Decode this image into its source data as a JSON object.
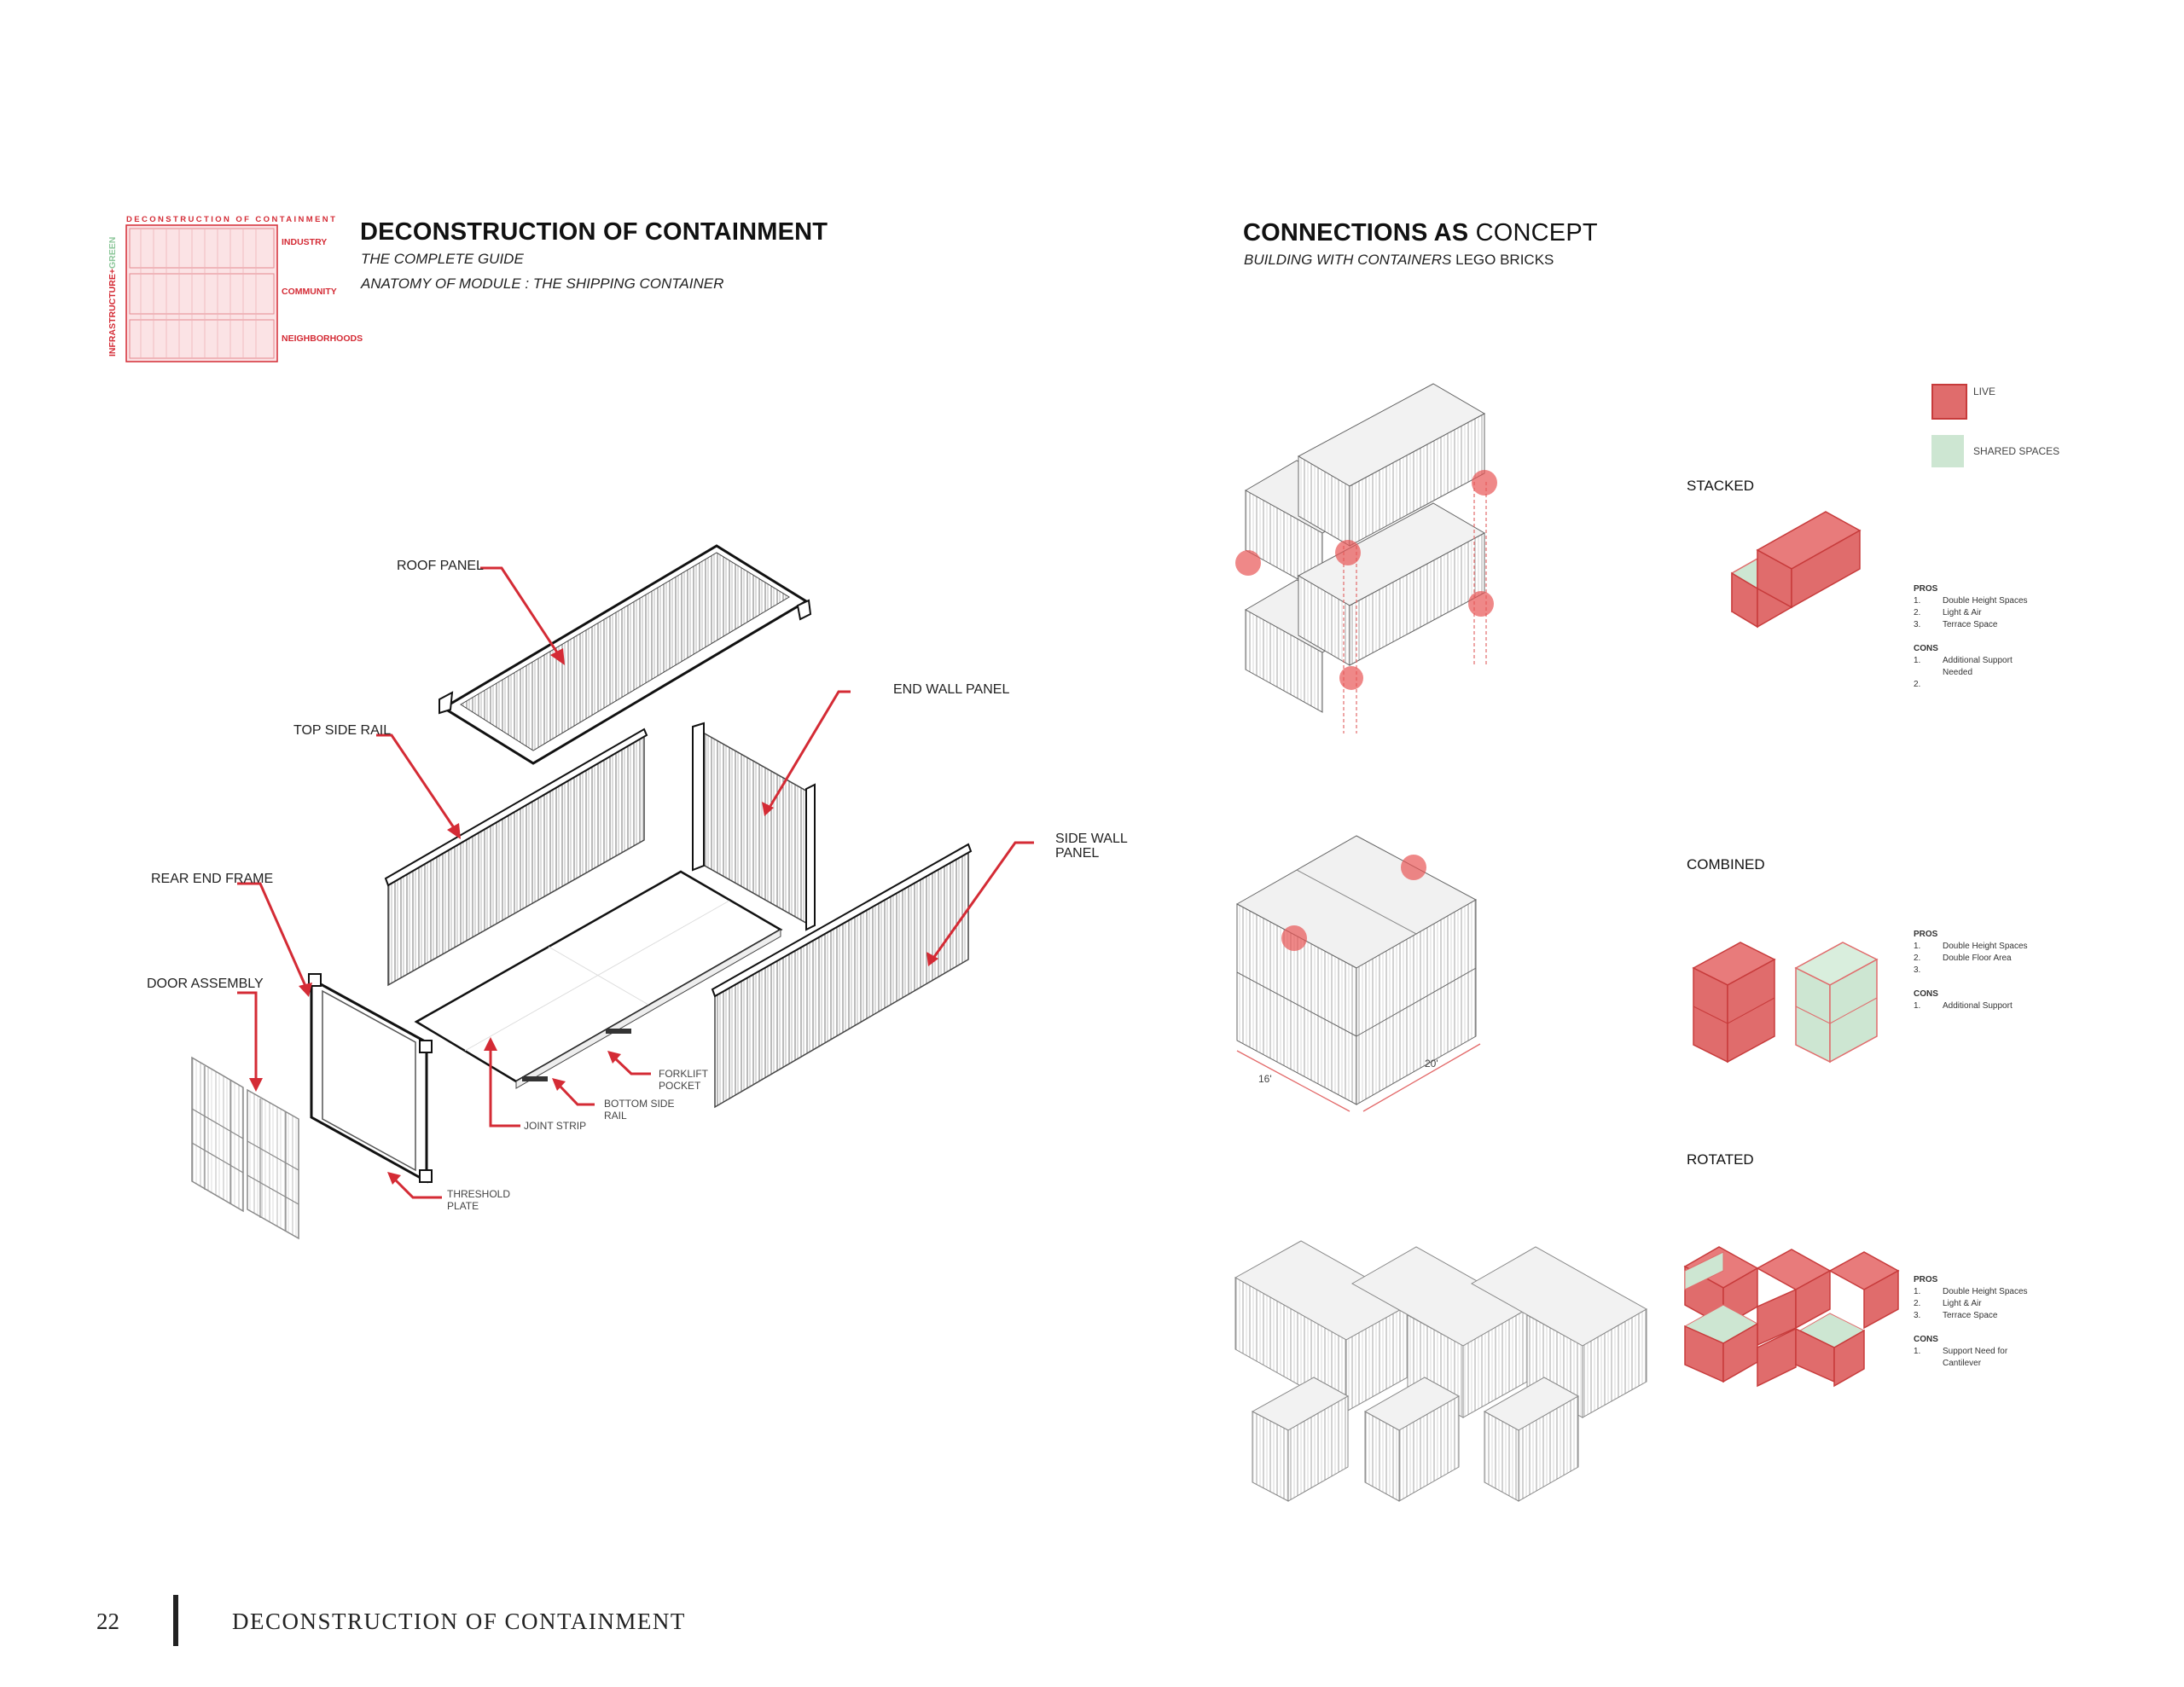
{
  "colors": {
    "accent": "#d42b35",
    "live": "#e06c6c",
    "shared": "#cde6d2",
    "line": "#555555"
  },
  "thumbnail": {
    "title": "DECONSTRUCTION OF CONTAINMENT",
    "side_label_main": "INFRASTRUCTURE+",
    "side_label_green": "GREEN",
    "rows": [
      "INDUSTRY",
      "COMMUNITY",
      "NEIGHBORHOODS"
    ]
  },
  "left": {
    "title": "DECONSTRUCTION OF CONTAINMENT",
    "subtitle1": "THE COMPLETE GUIDE",
    "subtitle2": "ANATOMY OF MODULE : THE SHIPPING CONTAINER",
    "labels": {
      "roof_panel": "ROOF PANEL",
      "end_wall_panel": "END WALL PANEL",
      "top_side_rail": "TOP SIDE RAIL",
      "side_wall_panel_1": "SIDE WALL",
      "side_wall_panel_2": "PANEL",
      "rear_end_frame": "REAR END FRAME",
      "door_assembly": "DOOR ASSEMBLY",
      "forklift_pocket_1": "FORKLIFT",
      "forklift_pocket_2": "POCKET",
      "bottom_side_rail_1": "BOTTOM SIDE",
      "bottom_side_rail_2": "RAIL",
      "joint_strip": "JOINT STRIP",
      "threshold_plate_1": "THRESHOLD",
      "threshold_plate_2": "PLATE"
    }
  },
  "right": {
    "title_bold": "CONNECTIONS AS",
    "title_light": "CONCEPT",
    "subtitle_italic": "BUILDING WITH CONTAINERS",
    "subtitle_normal": "LEGO BRICKS",
    "legend": {
      "live": "LIVE",
      "shared": "SHARED SPACES"
    },
    "stacked": {
      "label": "STACKED",
      "pros_head": "PROS",
      "pros": [
        [
          "1.",
          "Double Height Spaces"
        ],
        [
          "2.",
          "Light & Air"
        ],
        [
          "3.",
          "Terrace Space"
        ]
      ],
      "cons_head": "CONS",
      "cons": [
        [
          "1.",
          "Additional Support"
        ],
        [
          "",
          "Needed"
        ],
        [
          "2.",
          ""
        ]
      ]
    },
    "combined": {
      "label": "COMBINED",
      "pros_head": "PROS",
      "pros": [
        [
          "1.",
          "Double Height Spaces"
        ],
        [
          "2.",
          "Double Floor Area"
        ],
        [
          "3.",
          ""
        ]
      ],
      "cons_head": "CONS",
      "cons": [
        [
          "1.",
          "Additional Support"
        ]
      ],
      "dim_a": "16'",
      "dim_b": "20'"
    },
    "rotated": {
      "label": "ROTATED",
      "pros_head": "PROS",
      "pros": [
        [
          "1.",
          "Double Height Spaces"
        ],
        [
          "2.",
          "Light & Air"
        ],
        [
          "3.",
          "Terrace Space"
        ]
      ],
      "cons_head": "CONS",
      "cons": [
        [
          "1.",
          "Support Need for"
        ],
        [
          "",
          "Cantilever"
        ]
      ]
    }
  },
  "footer": {
    "page_number": "22",
    "title": "DECONSTRUCTION OF CONTAINMENT"
  }
}
